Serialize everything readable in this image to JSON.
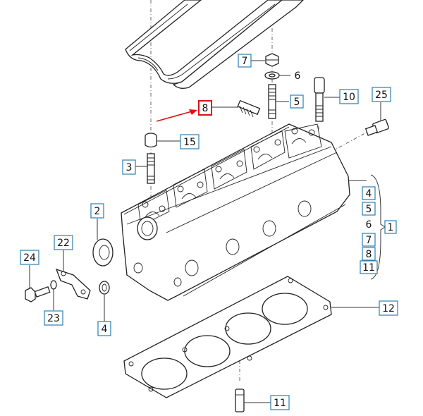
{
  "callouts": [
    {
      "id": "c7",
      "label": "7",
      "boxed": true
    },
    {
      "id": "c6",
      "label": "6",
      "boxed": false
    },
    {
      "id": "c5a",
      "label": "5",
      "boxed": true
    },
    {
      "id": "c10",
      "label": "10",
      "boxed": true
    },
    {
      "id": "c25",
      "label": "25",
      "boxed": true
    },
    {
      "id": "c8",
      "label": "8",
      "boxed": true,
      "highlight": true
    },
    {
      "id": "c15",
      "label": "15",
      "boxed": true
    },
    {
      "id": "c3",
      "label": "3",
      "boxed": true
    },
    {
      "id": "c2",
      "label": "2",
      "boxed": true
    },
    {
      "id": "c22",
      "label": "22",
      "boxed": true
    },
    {
      "id": "c24",
      "label": "24",
      "boxed": true
    },
    {
      "id": "c23",
      "label": "23",
      "boxed": true
    },
    {
      "id": "c4",
      "label": "4",
      "boxed": true
    },
    {
      "id": "c12",
      "label": "12",
      "boxed": true
    },
    {
      "id": "c11b",
      "label": "11",
      "boxed": true
    }
  ],
  "group": {
    "label": "1",
    "items": [
      {
        "label": "4",
        "boxed": true
      },
      {
        "label": "5",
        "boxed": true
      },
      {
        "label": "6",
        "boxed": false
      },
      {
        "label": "7",
        "boxed": true
      },
      {
        "label": "8",
        "boxed": true
      },
      {
        "label": "11",
        "boxed": true
      }
    ]
  },
  "colors": {
    "callout_border": "#2a7fb0",
    "highlight": "#e01010",
    "line": "#222222"
  }
}
